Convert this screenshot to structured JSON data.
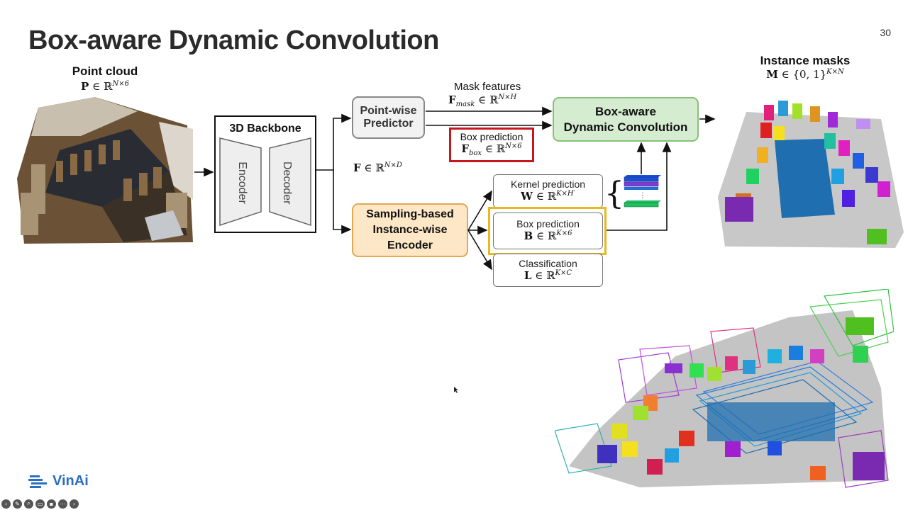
{
  "slide": {
    "title": "Box-aware Dynamic Convolution",
    "page_number": "30"
  },
  "inputs": {
    "point_cloud_label": "Point cloud",
    "point_cloud_math": "P ∈ ℝ^{N×6}"
  },
  "outputs": {
    "instance_masks_label": "Instance masks",
    "instance_masks_math": "M ∈ {0,1}^{K×N}"
  },
  "backbone": {
    "title": "3D Backbone",
    "encoder": "Encoder",
    "decoder": "Decoder"
  },
  "feature_math": "F ∈ ℝ^{N×D}",
  "pointwise": {
    "line1": "Point-wise",
    "line2": "Predictor"
  },
  "mask_features": {
    "label": "Mask features",
    "math": "F_mask ∈ ℝ^{N×H}"
  },
  "box_prediction_red": {
    "label": "Box prediction",
    "math": "F_box ∈ ℝ^{N×6}"
  },
  "bdc": {
    "line1": "Box-aware",
    "line2": "Dynamic Convolution"
  },
  "sampling": {
    "line1": "Sampling-based",
    "line2": "Instance-wise",
    "line3": "Encoder"
  },
  "kernel_prediction": {
    "label": "Kernel prediction",
    "math": "W ∈ ℝ^{K×H′}"
  },
  "box_prediction": {
    "label": "Box prediction",
    "math": "B ∈ ℝ^{K×6}"
  },
  "classification": {
    "label": "Classification",
    "math": "L ∈ ℝ^{K×C}"
  },
  "logo": {
    "text": "VinAi"
  },
  "colors": {
    "green_fill": "#d5ecd0",
    "orange_fill": "#fde7c6",
    "red_border": "#c8161d",
    "yellow_border": "#e8b820",
    "kernel_bar_top": "#1b4fd6",
    "kernel_bar_mid": "#7a3fd1",
    "kernel_bar_bottom": "#1fbf5f"
  },
  "footer_icons": [
    "back-icon",
    "pen-icon",
    "zoom-icon",
    "captions-icon",
    "camera-icon",
    "more-icon",
    "next-icon"
  ]
}
